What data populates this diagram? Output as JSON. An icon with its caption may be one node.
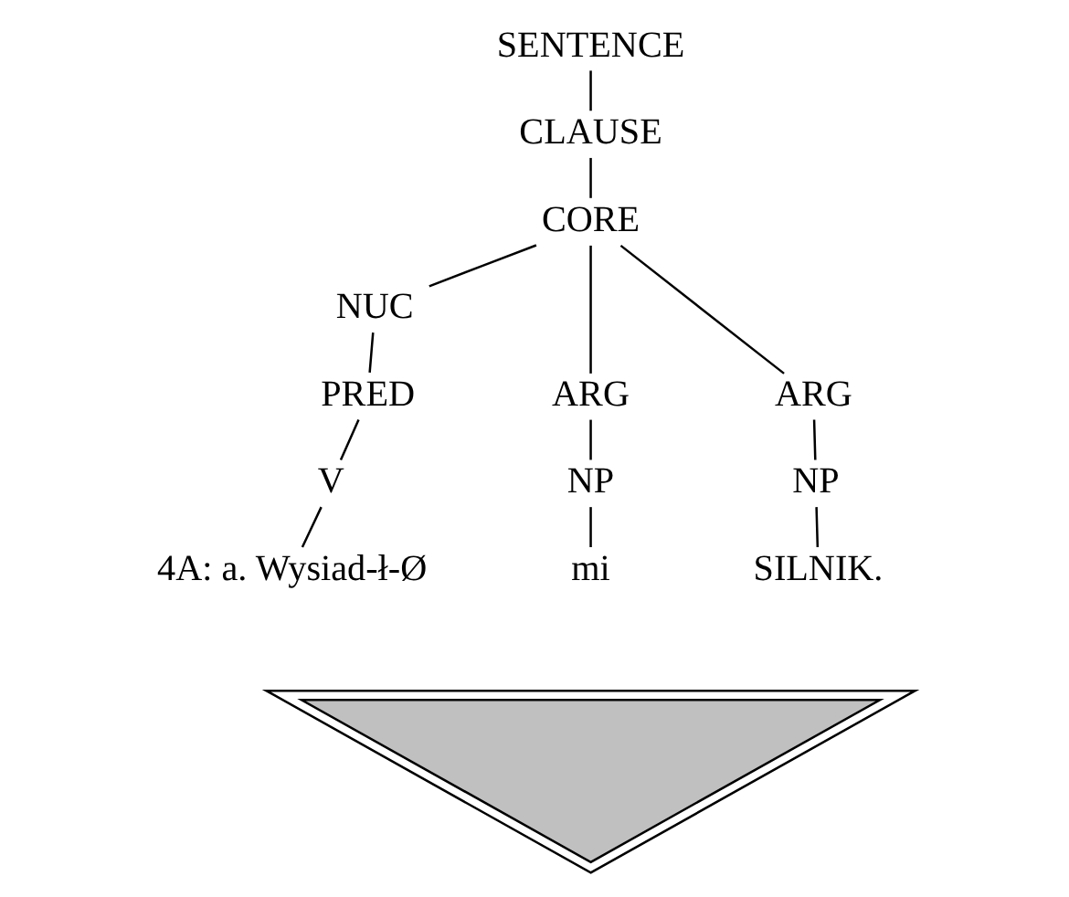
{
  "diagram": {
    "nodes": [
      {
        "text": [
          "SENTENCE"
        ]
      },
      {
        "text": [
          "CLAUSE"
        ]
      },
      {
        "text": [
          "CORE"
        ]
      },
      {
        "text": [
          "NUC"
        ]
      },
      {
        "text": [
          "PRED"
        ]
      },
      {
        "text": [
          "V"
        ]
      },
      {
        "text": [
          "4A: a. Wysiad-ł-Ø"
        ]
      },
      {
        "text": [
          "ARG"
        ]
      },
      {
        "text": [
          "NP"
        ]
      },
      {
        "text": [
          "mi"
        ]
      },
      {
        "text": [
          "ARG"
        ]
      },
      {
        "text": [
          "NP"
        ]
      },
      {
        "text": [
          "SILNIK."
        ]
      },
      {
        "text": [],
        "shape": "triangle"
      }
    ],
    "edges": [
      {
        "from": 0,
        "to": 1,
        "arrow": "none"
      },
      {
        "from": 1,
        "to": 2,
        "arrow": "none"
      },
      {
        "from": 2,
        "to": 3,
        "arrow": "none"
      },
      {
        "from": 3,
        "to": 4,
        "arrow": "none"
      },
      {
        "from": 4,
        "to": 5,
        "arrow": "none"
      },
      {
        "from": 5,
        "to": 6,
        "arrow": "none"
      },
      {
        "from": 2,
        "to": 7,
        "arrow": "none"
      },
      {
        "from": 7,
        "to": 8,
        "arrow": "none"
      },
      {
        "from": 8,
        "to": 9,
        "arrow": "none"
      },
      {
        "from": 2,
        "to": 10,
        "arrow": "none"
      },
      {
        "from": 10,
        "to": 11,
        "arrow": "none"
      },
      {
        "from": 11,
        "to": 12,
        "arrow": "none"
      }
    ]
  }
}
